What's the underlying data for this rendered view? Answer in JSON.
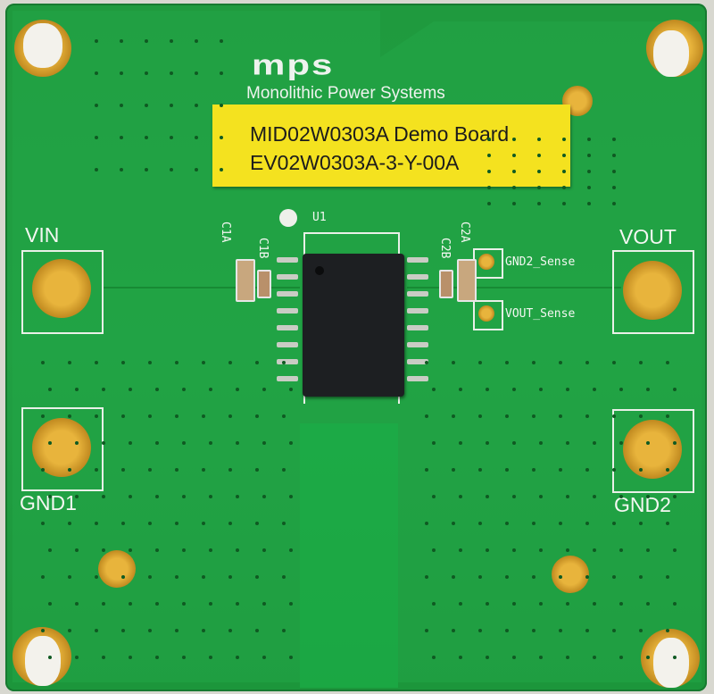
{
  "board": {
    "logo": "mps",
    "company": "Monolithic Power Systems",
    "label_line1": "MID02W0303A Demo Board",
    "label_line2": "EV02W0303A-3-Y-00A",
    "connectors": {
      "vin": "VIN",
      "vout": "VOUT",
      "gnd1": "GND1",
      "gnd2": "GND2"
    },
    "sense": {
      "gnd2_sense": "GND2_Sense",
      "vout_sense": "VOUT_Sense"
    },
    "refdes": {
      "u1": "U1",
      "c1a": "C1A",
      "c1b": "C1B",
      "c2a": "C2A",
      "c2b": "C2B"
    },
    "colors": {
      "board": "#21a043",
      "silkscreen": "#f4f7f2",
      "sticker": "#f4e21f",
      "chip": "#1d1f22"
    }
  }
}
